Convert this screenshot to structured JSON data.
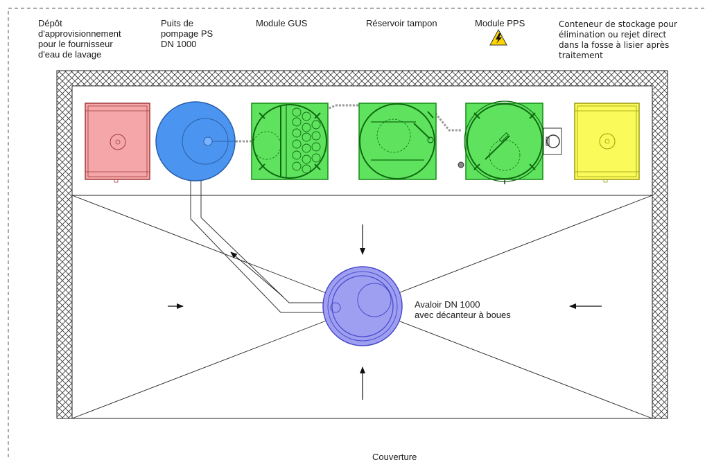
{
  "labels": {
    "supply_depot": "Dépôt\nd'approvisionnement\npour le fournisseur\nd'eau de lavage",
    "pump_well": "Puits de\npompage PS\nDN 1000",
    "gus_module": "Module GUS",
    "buffer_tank": "Réservoir tampon",
    "pps_module": "Module PPS",
    "storage_container": "Conteneur de stockage pour\nélimination ou rejet direct\ndans la fosse à lisier après\ntraitement",
    "drain": "Avaloir DN 1000\navec décanteur à boues",
    "cover": "Couverture"
  },
  "colors": {
    "supply_depot_fill": "#f4a6a8",
    "supply_depot_stroke": "#a23c3c",
    "pump_well_fill": "#4b95f0",
    "module_fill": "#5fe35f",
    "module_stroke": "#178a17",
    "storage_fill": "#fafa5a",
    "storage_stroke": "#9a9a10",
    "drain_fill": "#9f9ff2",
    "drain_stroke": "#4a4acb",
    "hatch": "#333333"
  },
  "icons": {
    "warning": "high-voltage-warning-icon"
  }
}
